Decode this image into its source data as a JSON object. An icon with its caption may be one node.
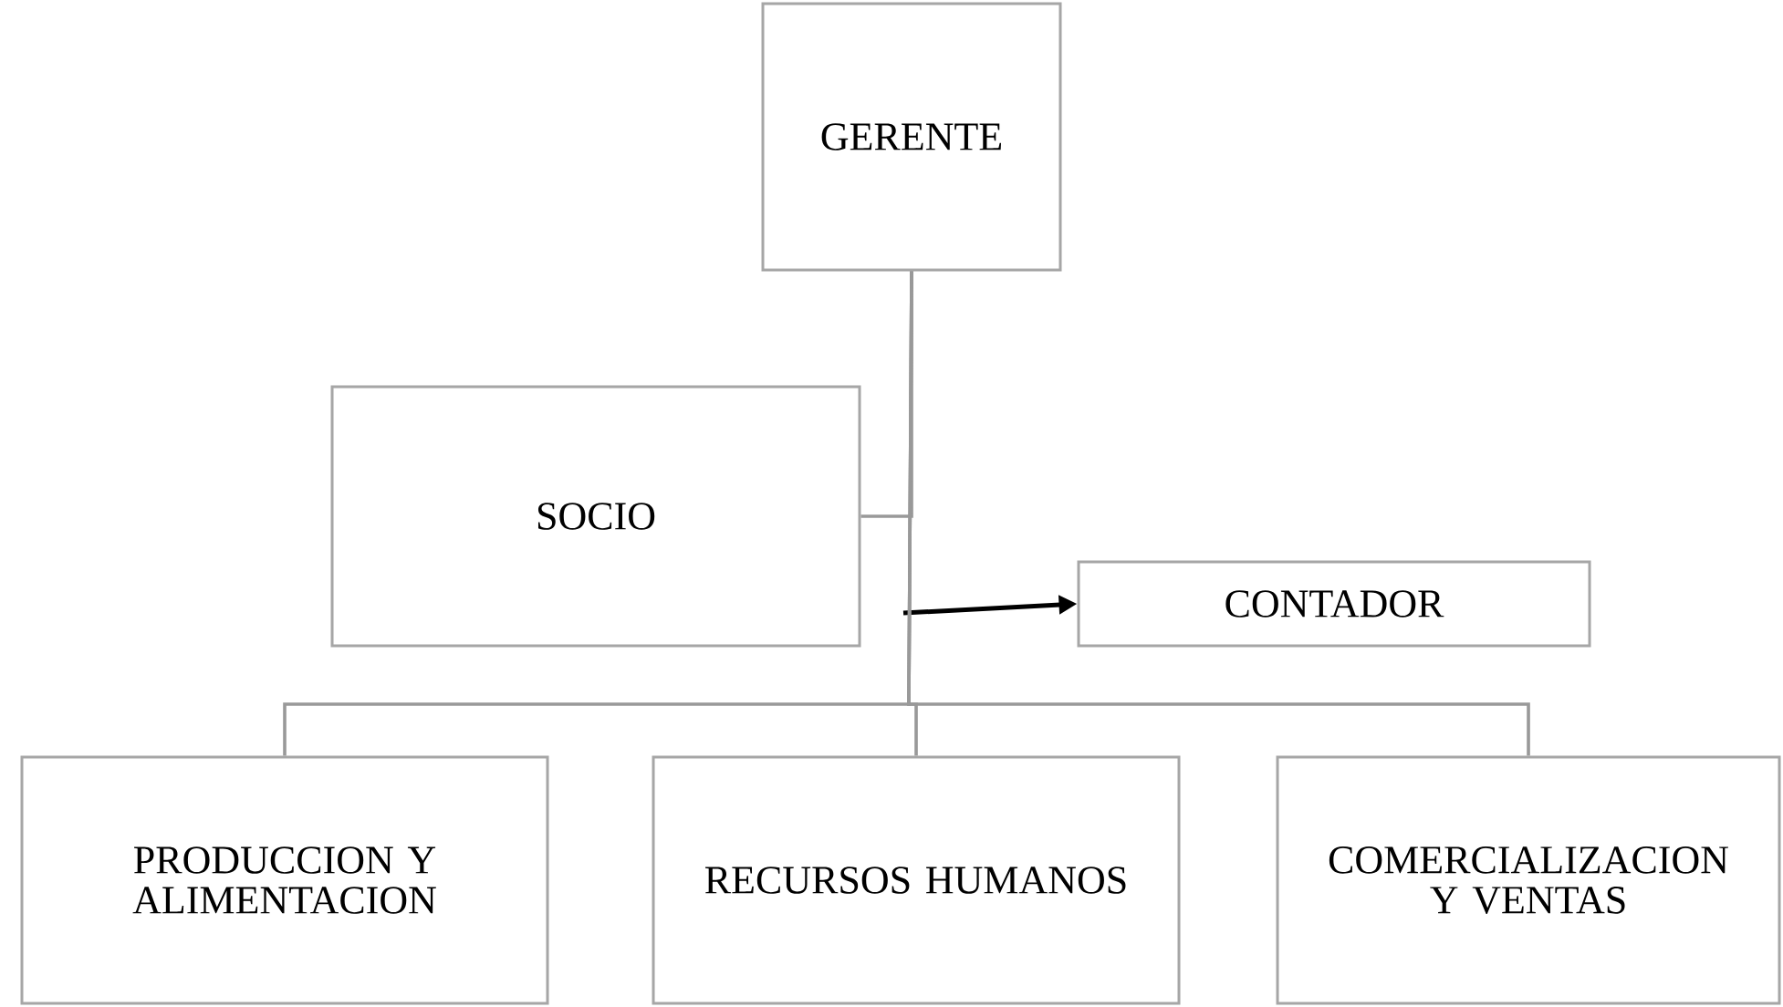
{
  "diagram": {
    "nodes": [
      {
        "text": [
          "GERENTE"
        ]
      },
      {
        "text": [
          "SOCIO"
        ]
      },
      {
        "text": [
          "CONTADOR"
        ]
      },
      {
        "text": [
          "PRODUCCION Y ALIMENTACION"
        ]
      },
      {
        "text": [
          "RECURSOS HUMANOS"
        ]
      },
      {
        "text": [
          "COMERCIALIZACION Y VENTAS"
        ]
      }
    ],
    "edges": [
      {
        "from": 0,
        "to": 1,
        "arrow": "none"
      },
      {
        "from": null,
        "to": 2,
        "arrow": "to",
        "color": "#000000"
      },
      {
        "from": 0,
        "to": 3,
        "arrow": "none"
      },
      {
        "from": 0,
        "to": 4,
        "arrow": "none"
      },
      {
        "from": 0,
        "to": 5,
        "arrow": "none"
      }
    ]
  }
}
